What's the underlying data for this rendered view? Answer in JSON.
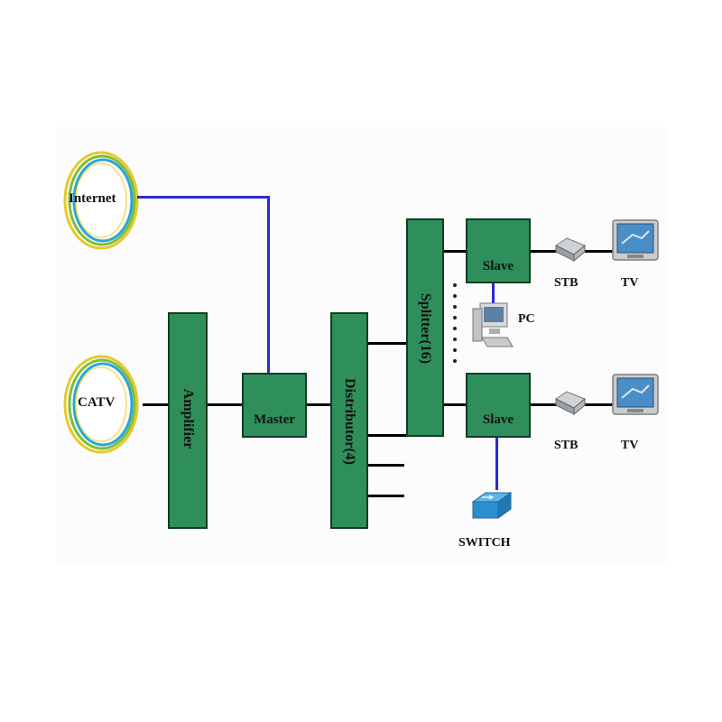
{
  "diagram": {
    "sources": {
      "internet": "Internet",
      "catv": "CATV"
    },
    "blocks": {
      "amplifier": "Amplifier",
      "master": "Master",
      "distributor": "Distributor(4)",
      "splitter": "Splitter(16)",
      "slave_top": "Slave",
      "slave_bottom": "Slave"
    },
    "devices": {
      "stb_top": "STB",
      "tv_top": "TV",
      "pc": "PC",
      "stb_bottom": "STB",
      "tv_bottom": "TV",
      "switch": "SWITCH"
    },
    "colors": {
      "block_fill": "#2f8f5a",
      "block_border": "#0f3d22",
      "coax": "#000000",
      "network_link": "#2b2bd0"
    },
    "icons": [
      "internet-ring-icon",
      "catv-ring-icon",
      "stb-icon",
      "tv-icon",
      "pc-icon",
      "switch-icon"
    ]
  }
}
